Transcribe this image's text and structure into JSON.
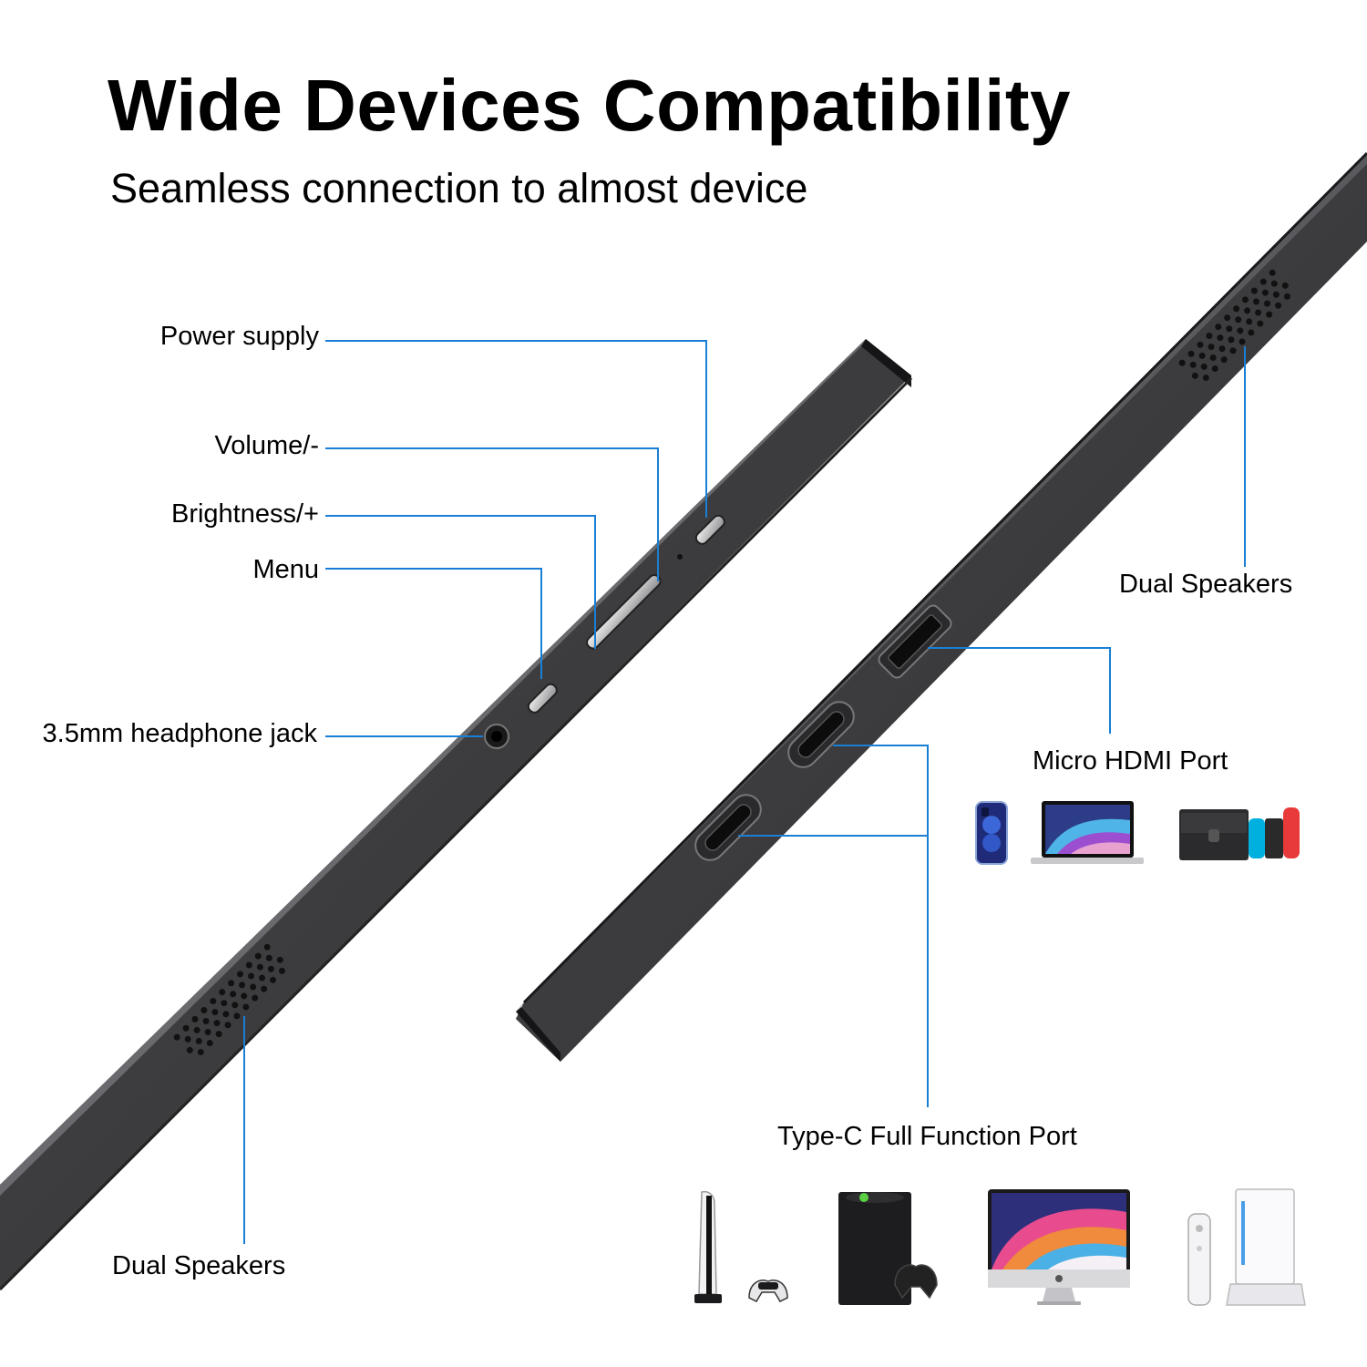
{
  "header": {
    "title": "Wide Devices Compatibility",
    "subtitle": "Seamless connection to almost device"
  },
  "callouts": {
    "power_supply": "Power supply",
    "volume_minus": "Volume/-",
    "brightness_plus": "Brightness/+",
    "menu": "Menu",
    "headphone_jack": "3.5mm headphone jack",
    "dual_speakers_left": "Dual Speakers",
    "dual_speakers_right": "Dual Speakers",
    "micro_hdmi": "Micro HDMI Port",
    "type_c": "Type-C Full Function Port"
  },
  "devices": {
    "hdmi_group": [
      "phone-icon",
      "laptop-icon",
      "game-console-switch-icon"
    ],
    "typec_group": [
      "playstation-5-icon",
      "xbox-series-x-icon",
      "imac-icon",
      "wii-icon"
    ]
  },
  "colors": {
    "callout_line": "#1a7fd4",
    "device_body": "#3b3b3d",
    "device_edge": "#1e1e20"
  }
}
